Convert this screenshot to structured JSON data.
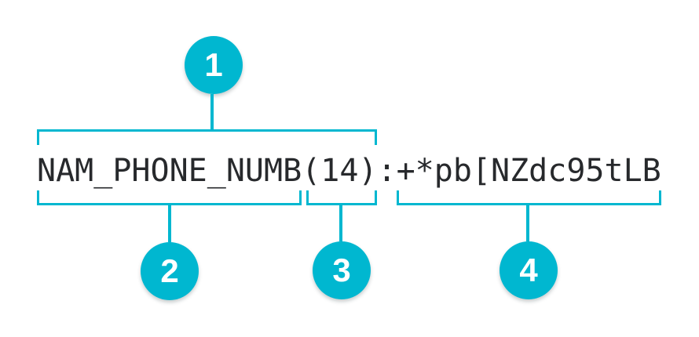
{
  "diagram": {
    "record": {
      "full_string": "NAM_PHONE_NUMB(14):+*pb[NZdc95tLB",
      "name": "NAM_PHONE_NUMB",
      "length": "(14)",
      "separator": ":",
      "value": "+*pb[NZdc95tLB"
    },
    "callouts": [
      {
        "label": "1"
      },
      {
        "label": "2"
      },
      {
        "label": "3"
      },
      {
        "label": "4"
      }
    ],
    "colors": {
      "accent": "#00b7d0",
      "text": "#27292c",
      "background": "#ffffff",
      "callout_text": "#ffffff"
    }
  }
}
